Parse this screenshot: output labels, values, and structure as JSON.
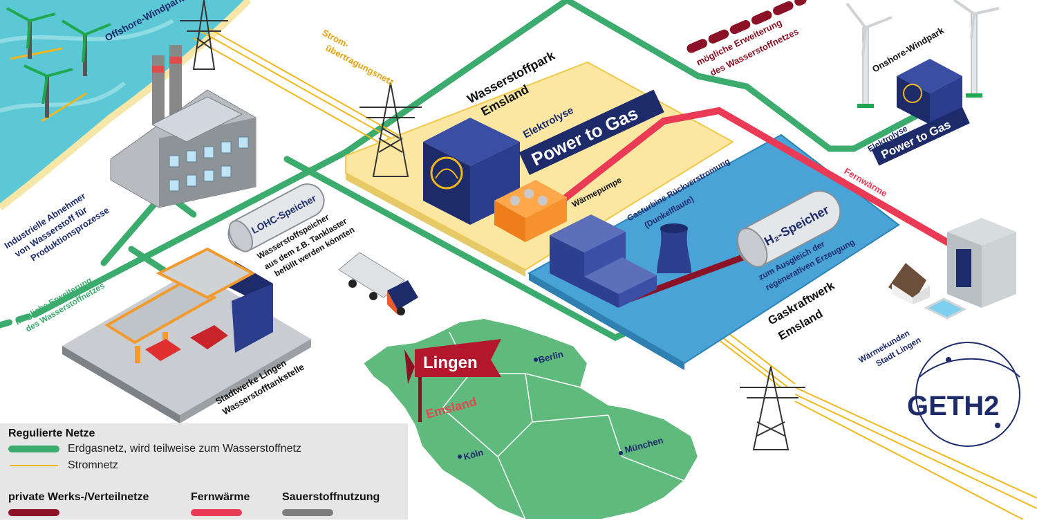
{
  "colors": {
    "gas_network": "#3bab6e",
    "power_line": "#f2b71a",
    "private_network": "#8b1226",
    "district_heating": "#ea3a55",
    "oxygen": "#7d7d7d",
    "park_fill": "#fbe7a2",
    "plant_fill": "#4aa3d6",
    "navy": "#1d2b6b",
    "sea": "#5cc8d6"
  },
  "labels": {
    "offshore_windpark": "Offshore-Windpark",
    "strom_line1": "Strom-",
    "strom_line2": "übertragungsnetz",
    "ext_top_line1": "mögliche Erweiterung",
    "ext_top_line2": "des Wasserstoffnetzes",
    "onshore_windpark": "Onshore-Windpark",
    "elektrolyse_small": "Elektrolyse",
    "power_to_gas_small": "Power to Gas",
    "park_line1": "Wasserstoffpark",
    "park_line2": "Emsland",
    "elektrolyse_main": "Elektrolyse",
    "power_to_gas_main": "Power to Gas",
    "waermepumpe": "Wärmepumpe",
    "gasturbine_line1": "Gasturbine Rückverstromung",
    "gasturbine_line2": "(Dunkelflaute)",
    "h2_speicher": "H₂-Speicher",
    "h2_desc_line1": "zum Ausgleich der",
    "h2_desc_line2": "regenerativen Erzeugung",
    "fernwaerme": "Fernwärme",
    "industry_line1": "Industrielle Abnehmer",
    "industry_line2": "von Wasserstoff für",
    "industry_line3": "Produktionsprozesse",
    "lohc": "LOHC-Speicher",
    "tank_line1": "Wasserstoffspeicher",
    "tank_line2": "aus dem z.B. Tanklaster",
    "tank_line3": "befüllt werden könnten",
    "ext_left_line1": "mögliche Erweiterung",
    "ext_left_line2": "des Wasserstoffnetzes",
    "station_line1": "Stadtwerke Lingen",
    "station_line2": "Wasserstofftankstelle",
    "gaskraftwerk_line1": "Gaskraftwerk",
    "gaskraftwerk_line2": "Emsland",
    "waermekunden_line1": "Wärmekunden",
    "waermekunden_line2": "Stadt Lingen",
    "map_lingen": "Lingen",
    "map_emsland": "Emsland",
    "map_berlin": "Berlin",
    "map_koeln": "Köln",
    "map_muenchen": "München",
    "logo": "GETH2"
  },
  "legend": {
    "regulated_title": "Regulierte Netze",
    "gas_label": "Erdgasnetz, wird teilweise zum Wasserstoffnetz",
    "power_label": "Stromnetz",
    "private_title": "private Werks-/Verteilnetze",
    "fern_title": "Fernwärme",
    "oxygen_title": "Sauerstoffnutzung"
  }
}
